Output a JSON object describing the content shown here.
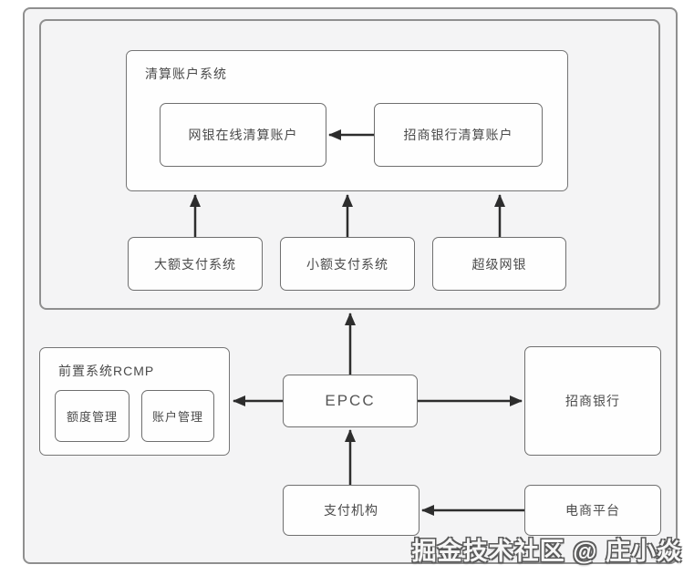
{
  "diagram": {
    "title_context": "payment-clearing-architecture",
    "containers": {
      "clearing_system": {
        "label": "清算账户系统"
      },
      "rcmp": {
        "label": "前置系统RCMP"
      }
    },
    "nodes": {
      "wangyin_online_clearing": {
        "label": "网银在线清算账户"
      },
      "cmb_clearing_account": {
        "label": "招商银行清算账户"
      },
      "large_value_payment": {
        "label": "大额支付系统"
      },
      "small_value_payment": {
        "label": "小额支付系统"
      },
      "super_online_banking": {
        "label": "超级网银"
      },
      "quota_management": {
        "label": "额度管理"
      },
      "account_management": {
        "label": "账户管理"
      },
      "epcc": {
        "label": "EPCC"
      },
      "cmb_bank": {
        "label": "招商银行"
      },
      "payment_institution": {
        "label": "支付机构"
      },
      "ecommerce_platform": {
        "label": "电商平台"
      }
    },
    "connections": [
      {
        "from": "招商银行清算账户",
        "to": "网银在线清算账户"
      },
      {
        "from": "大额支付系统",
        "to": "清算账户系统"
      },
      {
        "from": "小额支付系统",
        "to": "清算账户系统"
      },
      {
        "from": "超级网银",
        "to": "清算账户系统"
      },
      {
        "from": "EPCC",
        "to": "清算账户系统区域"
      },
      {
        "from": "EPCC",
        "to": "前置系统RCMP"
      },
      {
        "from": "EPCC",
        "to": "招商银行"
      },
      {
        "from": "支付机构",
        "to": "EPCC"
      },
      {
        "from": "电商平台",
        "to": "支付机构"
      }
    ],
    "watermark": "掘金技术社区 @ 庄小焱",
    "colors": {
      "page_background": "#ffffff",
      "panel_fill": "#f4f4f5",
      "node_fill": "#fefefe",
      "border_gray": "#8f8f8f",
      "arrow": "#2d2d2d",
      "text": "#4a4a4a"
    }
  }
}
